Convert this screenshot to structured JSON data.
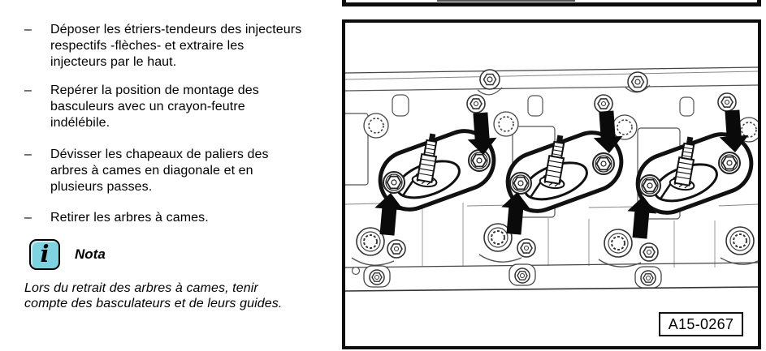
{
  "document": {
    "language": "fr",
    "background": "#ffffff",
    "text_color": "#000000"
  },
  "instructions": {
    "bullet_char": "–",
    "items": [
      {
        "text": "Déposer les étriers-tendeurs des injecteurs\nrespectifs -flèches- et extraire les\ninjecteurs par le haut."
      },
      {
        "text": "Repérer la position de montage des\nbasculeurs avec un crayon-feutre\nindélébile."
      },
      {
        "text": "Dévisser les chapeaux de paliers des\narbres à cames en diagonale et en\nplusieurs passes."
      },
      {
        "text": "Retirer les arbres à cames."
      }
    ]
  },
  "note": {
    "icon": "info-icon",
    "icon_glyph": "i",
    "icon_color": "#7fd2e0",
    "label": "Nota",
    "text": "Lors du retrait des arbres à cames, tenir\ncompte des basculateurs et de leurs guides."
  },
  "figure": {
    "label": "A15-0267",
    "line_color": "#222222",
    "arrow_color": "#0a0a0a",
    "arrows_down": 3,
    "arrows_up": 3
  }
}
